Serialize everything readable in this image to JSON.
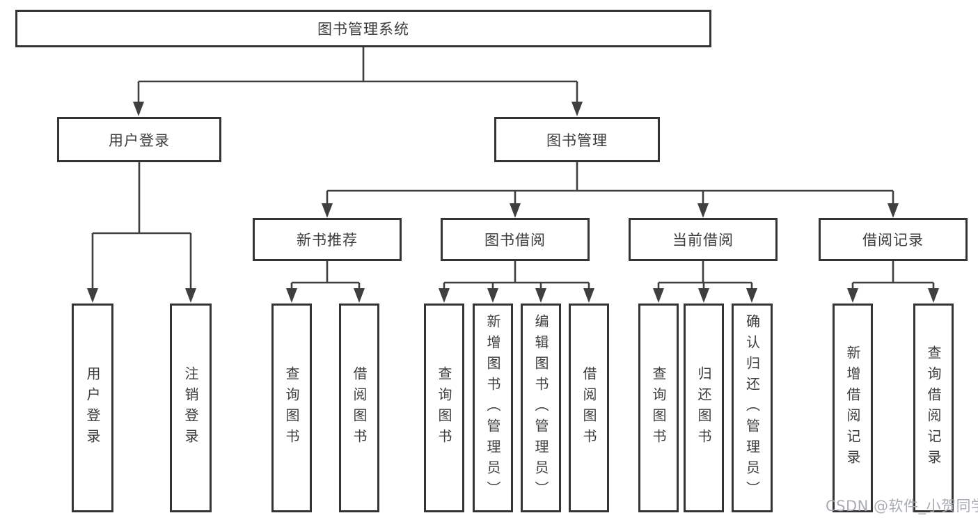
{
  "tree": {
    "root": {
      "label": "图书管理系统",
      "children": [
        {
          "label": "用户登录",
          "children": [
            {
              "label": "用户登录"
            },
            {
              "label": "注销登录"
            }
          ]
        },
        {
          "label": "图书管理",
          "children": [
            {
              "label": "新书推荐",
              "children": [
                {
                  "label": "查询图书"
                },
                {
                  "label": "借阅图书"
                }
              ]
            },
            {
              "label": "图书借阅",
              "children": [
                {
                  "label": "查询图书"
                },
                {
                  "label": "新增图书（管理员）"
                },
                {
                  "label": "编辑图书（管理员）"
                },
                {
                  "label": "借阅图书"
                }
              ]
            },
            {
              "label": "当前借阅",
              "children": [
                {
                  "label": "查询图书"
                },
                {
                  "label": "归还图书"
                },
                {
                  "label": "确认归还（管理员）"
                }
              ]
            },
            {
              "label": "借阅记录",
              "children": [
                {
                  "label": "新增借阅记录"
                },
                {
                  "label": "查询借阅记录"
                }
              ]
            }
          ]
        }
      ]
    }
  },
  "watermark": {
    "text": "CSDN @软件_小贺同学"
  },
  "colors": {
    "line": "#3f3f3f",
    "box_border": "#343434",
    "text": "#3d3d3d",
    "background": "#ffffff",
    "watermark": "#a4a9af"
  }
}
